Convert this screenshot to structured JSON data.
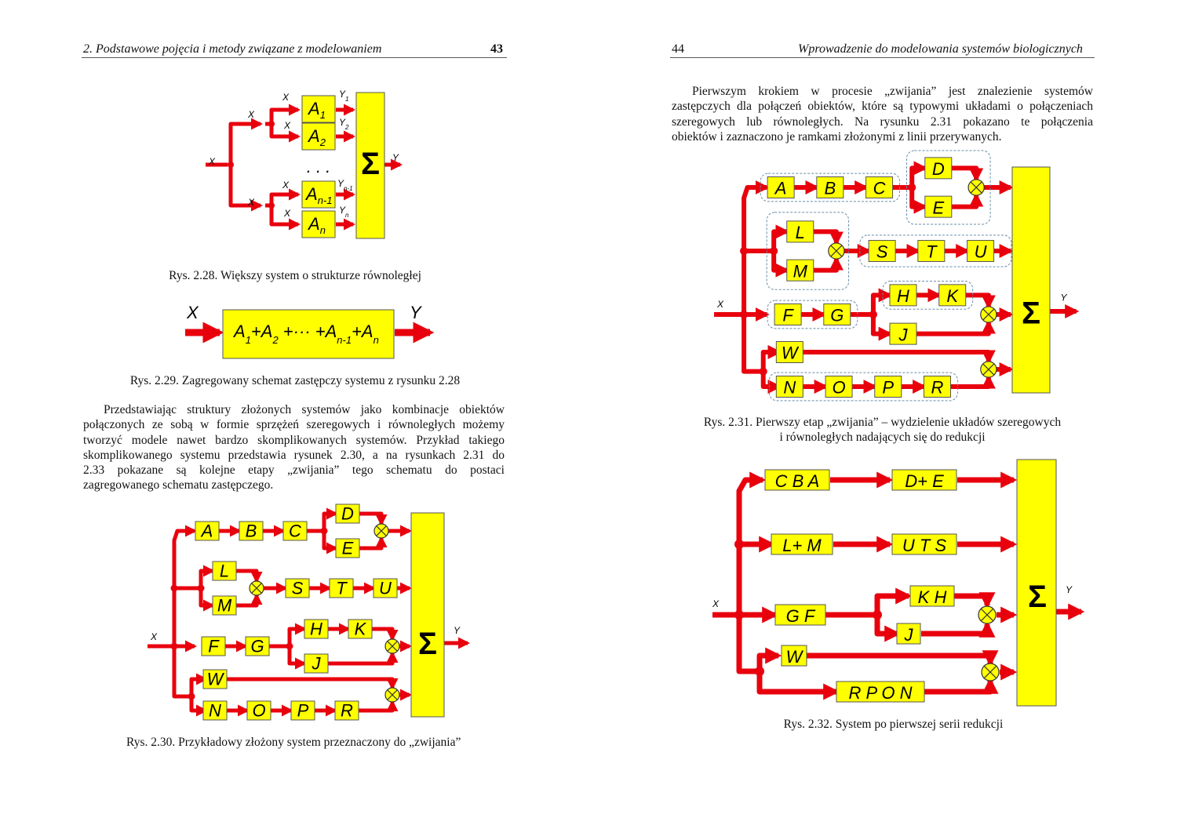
{
  "left_page": {
    "header_title": "2. Podstawowe pojęcia i metody związane z modelowaniem",
    "page_number": "43",
    "fig_2_28": {
      "caption": "Rys. 2.28. Większy system o strukturze równoległej",
      "inputs": [
        "X",
        "X",
        "X",
        "X",
        "X",
        "X",
        "X"
      ],
      "blocks": [
        "A1",
        "A2",
        "An-1",
        "An"
      ],
      "outputs": [
        "Y1",
        "Y2",
        "Yn-1",
        "Yn"
      ],
      "ellipsis": ". . .",
      "sum": "Σ",
      "out": "Y"
    },
    "fig_2_29": {
      "caption": "Rys. 2.29. Zagregowany schemat zastępczy systemu z rysunku 2.28",
      "input": "X",
      "output": "Y",
      "formula": "A1+A2 +··· +An-1+An"
    },
    "paragraph_lines": [
      "Przedstawiając struktury złożonych systemów jako kombinacje obiektów",
      "połączonych ze sobą w formie sprzężeń szeregowych i równoległych możemy",
      "tworzyć modele nawet bardzo skomplikowanych systemów. Przykład takiego",
      "skomplikowanego systemu przedstawia rysunek 2.30, a na rysunkach 2.31 do",
      "2.33 pokazane są kolejne etapy „zwijania” tego schematu do postaci",
      "zagregowanego schematu zastępczego."
    ],
    "fig_2_30": {
      "caption": "Rys. 2.30. Przykładowy złożony system przeznaczony do „zwijania”",
      "blocks": [
        "A",
        "B",
        "C",
        "D",
        "E",
        "L",
        "M",
        "S",
        "T",
        "U",
        "F",
        "G",
        "H",
        "K",
        "J",
        "W",
        "N",
        "O",
        "P",
        "R"
      ],
      "input": "X",
      "sum": "Σ",
      "out": "Y"
    }
  },
  "right_page": {
    "page_number": "44",
    "header_title": "Wprowadzenie do modelowania systemów biologicznych",
    "paragraph_lines": [
      "Pierwszym krokiem w procesie „zwijania” jest znalezienie systemów",
      "zastępczych dla połączeń obiektów, które są typowymi układami o połączeniach",
      "szeregowych lub równoległych. Na rysunku 2.31 pokazano te połączenia",
      "obiektów i zaznaczono je ramkami złożonymi z linii przerywanych."
    ],
    "fig_2_31": {
      "caption_lines": [
        "Rys. 2.31. Pierwszy etap „zwijania” – wydzielenie układów szeregowych",
        "i równoległych nadających się do redukcji"
      ],
      "blocks": [
        "A",
        "B",
        "C",
        "D",
        "E",
        "L",
        "M",
        "S",
        "T",
        "U",
        "F",
        "G",
        "H",
        "K",
        "J",
        "W",
        "N",
        "O",
        "P",
        "R"
      ],
      "input": "X",
      "sum": "Σ",
      "out": "Y"
    },
    "fig_2_32": {
      "caption": "Rys. 2.32. System po pierwszej serii redukcji",
      "blocks": [
        "C B A",
        "D+ E",
        "L+ M",
        "U T S",
        "G F",
        "K H",
        "J",
        "W",
        "R P O N"
      ],
      "input": "X",
      "sum": "Σ",
      "out": "Y"
    }
  },
  "colors": {
    "block_fill": "#ffff00",
    "wire": "#e8000d",
    "dashed_frame": "#6b8fa8"
  }
}
